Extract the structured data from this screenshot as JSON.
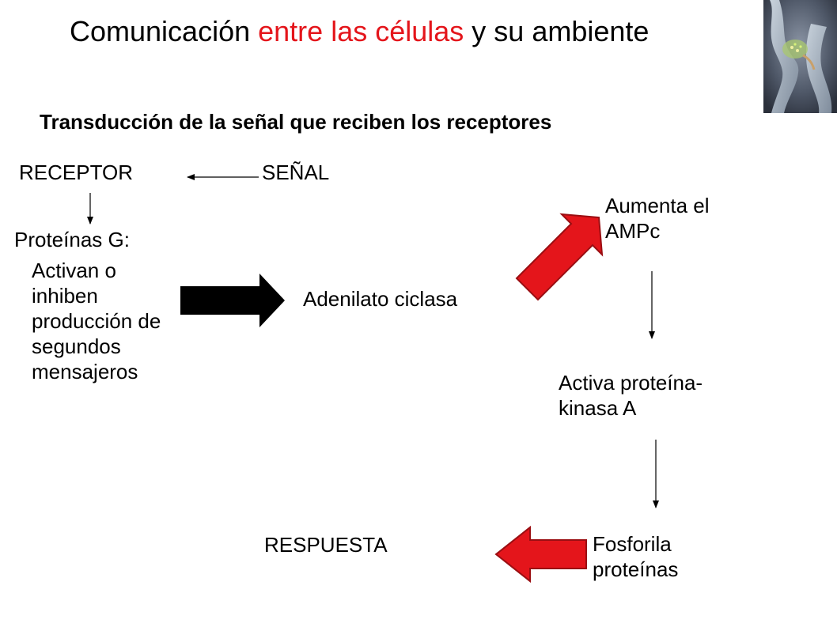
{
  "title": {
    "part1": "Comunicación",
    "part2": "entre las células",
    "part3": "y su ambiente",
    "accent_color": "#e4151b"
  },
  "subtitle": "Transducción de la señal que reciben los receptores",
  "nodes": {
    "receptor": "RECEPTOR",
    "senal": "SEÑAL",
    "proteinas_g": "Proteínas G:",
    "activan": "Activan o\ninhiben\nproducción de\nsegundos\nmensajeros",
    "adenilato": "Adenilato ciclasa",
    "aumenta": "Aumenta el\nAMPc",
    "activa": "Activa proteína-\nkinasa A",
    "fosforila": "Fosforila\nproteínas",
    "respuesta": "RESPUESTA"
  },
  "colors": {
    "black_arrow": "#000000",
    "red_arrow": "#e4151b"
  },
  "image": {
    "icon": "neuron-synapse-image"
  }
}
